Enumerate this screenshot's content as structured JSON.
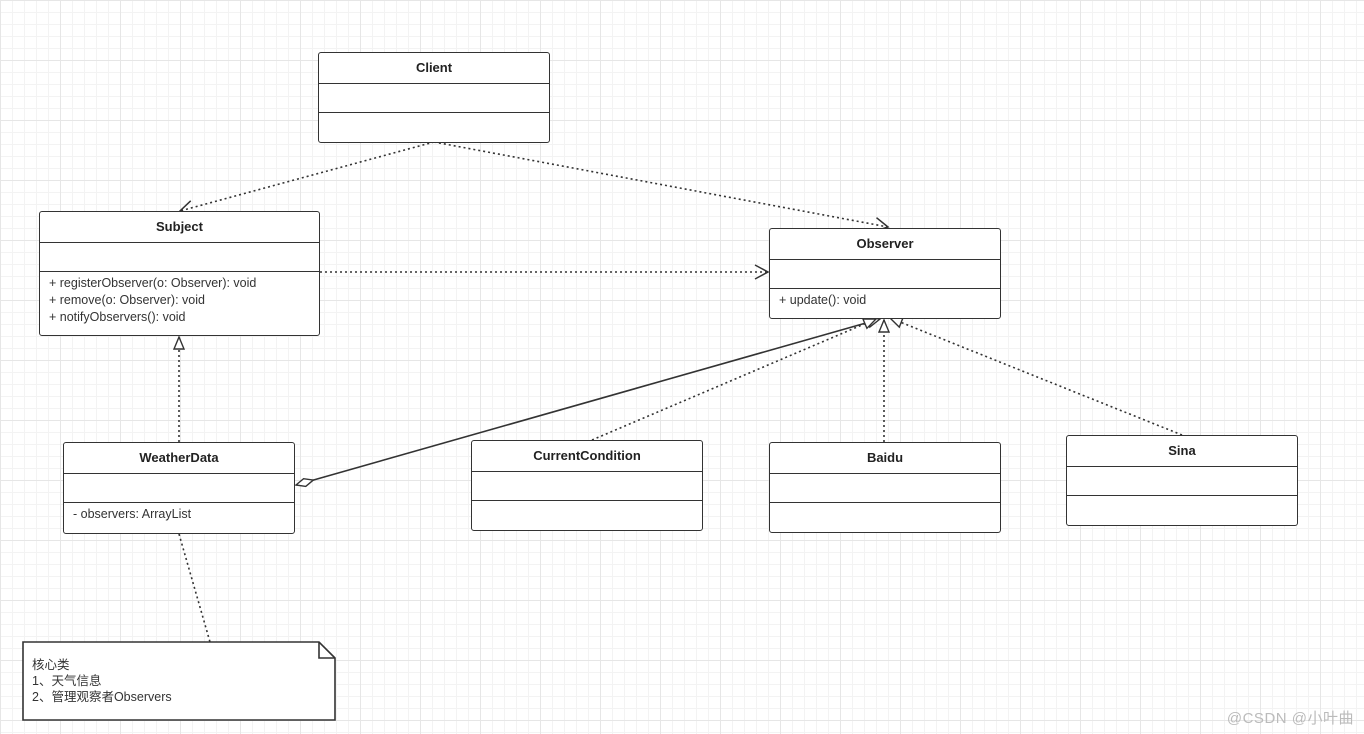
{
  "diagram": {
    "classes": {
      "client": {
        "name": "Client",
        "attributes": [],
        "methods": []
      },
      "subject": {
        "name": "Subject",
        "attributes": [],
        "methods": [
          "+ registerObserver(o: Observer): void",
          "+ remove(o: Observer): void",
          "+ notifyObservers(): void"
        ]
      },
      "observer": {
        "name": "Observer",
        "attributes": [],
        "methods": [
          "+ update(): void"
        ]
      },
      "weatherdata": {
        "name": "WeatherData",
        "attributes": [],
        "methods": [
          "- observers: ArrayList"
        ]
      },
      "currentcondition": {
        "name": "CurrentCondition",
        "attributes": [],
        "methods": []
      },
      "baidu": {
        "name": "Baidu",
        "attributes": [],
        "methods": []
      },
      "sina": {
        "name": "Sina",
        "attributes": [],
        "methods": []
      }
    },
    "relations": [
      {
        "from": "Client",
        "to": "Subject",
        "type": "dependency"
      },
      {
        "from": "Client",
        "to": "Observer",
        "type": "dependency"
      },
      {
        "from": "Subject",
        "to": "Observer",
        "type": "dependency"
      },
      {
        "from": "WeatherData",
        "to": "Subject",
        "type": "realization"
      },
      {
        "from": "WeatherData",
        "to": "Observer",
        "type": "aggregation"
      },
      {
        "from": "CurrentCondition",
        "to": "Observer",
        "type": "realization"
      },
      {
        "from": "Baidu",
        "to": "Observer",
        "type": "realization"
      },
      {
        "from": "Sina",
        "to": "Observer",
        "type": "realization"
      },
      {
        "from": "note",
        "to": "WeatherData",
        "type": "note-link"
      }
    ],
    "note": {
      "lines": [
        "核心类",
        "1、天气信息",
        "2、管理观察者Observers"
      ]
    }
  },
  "watermark": "@CSDN @小叶曲"
}
